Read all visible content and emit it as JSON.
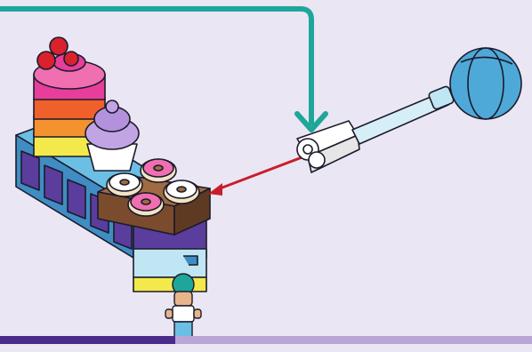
{
  "scene": {
    "type": "building-instruction-step",
    "background_color": "#ebe6f3",
    "callout_arrow_color": "#1fa69a",
    "placement_line_color": "#c81e2a",
    "progress_bar": {
      "completed_color": "#4b2a8a",
      "remaining_color": "#b8a6d8",
      "progress_fraction": 0.33
    }
  },
  "parts": [
    {
      "name": "cake-cart-model",
      "icon": "cake-cart"
    },
    {
      "name": "layered-rainbow-cake",
      "icon": "cake"
    },
    {
      "name": "cupcake",
      "icon": "cupcake"
    },
    {
      "name": "donut-tray",
      "icon": "donuts"
    },
    {
      "name": "blue-ball-handle-part",
      "icon": "handle"
    },
    {
      "name": "minifigure",
      "icon": "minifigure"
    }
  ]
}
